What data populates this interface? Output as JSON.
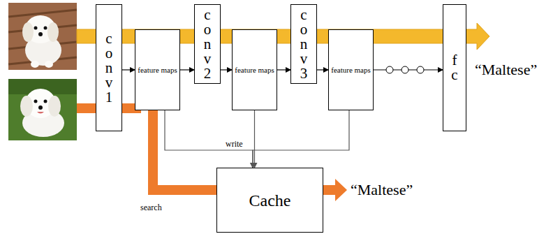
{
  "diagram": {
    "nodes": [
      {
        "text": [
          "conv1"
        ]
      },
      {
        "text": [
          "feature maps"
        ]
      },
      {
        "text": [
          "conv2"
        ]
      },
      {
        "text": [
          "feature maps"
        ]
      },
      {
        "text": [
          "conv3"
        ]
      },
      {
        "text": [
          "feature maps"
        ]
      },
      {
        "text": [
          "fc"
        ]
      },
      {
        "text": [
          "Cache"
        ]
      }
    ],
    "edges": [
      {
        "from": 0,
        "to": 1,
        "arrow": "to"
      },
      {
        "from": 1,
        "to": 2,
        "arrow": "to"
      },
      {
        "from": 2,
        "to": 3,
        "arrow": "to"
      },
      {
        "from": 3,
        "to": 4,
        "arrow": "to"
      },
      {
        "from": 4,
        "to": 5,
        "arrow": "to"
      },
      {
        "from": 5,
        "to": 6,
        "arrow": "to"
      },
      {
        "from": 1,
        "to": 7,
        "label": "search",
        "arrow": "none"
      },
      {
        "from": 1,
        "to": 7,
        "arrow": "to"
      },
      {
        "from": 3,
        "to": 7,
        "label": "write",
        "arrow": "to"
      },
      {
        "from": 5,
        "to": 7,
        "arrow": "to"
      }
    ],
    "labels": [
      "“Maltese”",
      "“Maltese”"
    ]
  }
}
